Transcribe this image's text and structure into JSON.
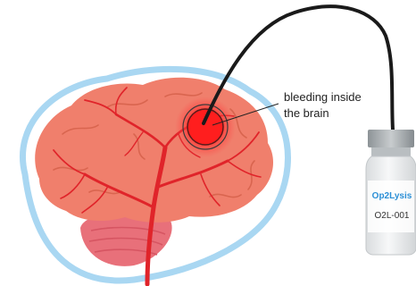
{
  "annotation": {
    "line1": "bleeding inside",
    "line2": "the brain"
  },
  "vial": {
    "brand": "Op2Lysis",
    "code": "O2L-001"
  },
  "colors": {
    "skull_outline": "#a9d7f2",
    "brain": "#f07f6c",
    "brain_fold": "#d9654f",
    "vessels": "#e0242a",
    "cerebellum": "#e8707a",
    "bleed": "#ff1e1e",
    "catheter": "#1a1a1a",
    "vial_glass": "#eef0f1",
    "vial_cap": "#9aa1a5",
    "vial_brand": "#2b8fd6"
  }
}
